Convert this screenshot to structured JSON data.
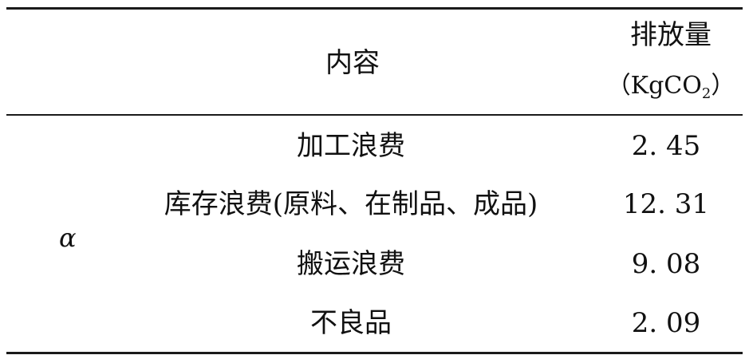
{
  "table": {
    "header": {
      "content_label": "内容",
      "emission_label": "排放量",
      "unit_open": "（KgCO",
      "unit_sub": "2",
      "unit_close": "）"
    },
    "group_label": "α",
    "rows": [
      {
        "item": "加工浪费",
        "value": "2. 45"
      },
      {
        "item": "库存浪费(原料、在制品、成品)",
        "value": "12. 31"
      },
      {
        "item": "搬运浪费",
        "value": "9. 08"
      },
      {
        "item": "不良品",
        "value": "2. 09"
      }
    ]
  }
}
